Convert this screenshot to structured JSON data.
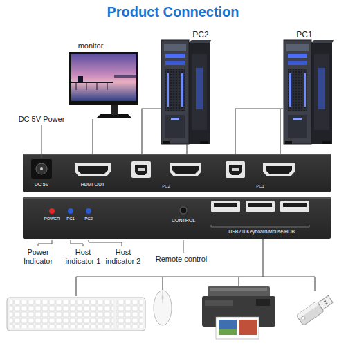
{
  "diagram": {
    "title": "Product Connection",
    "nodes": [
      {
        "text": [
          "monitor"
        ]
      },
      {
        "text": [
          "PC2"
        ]
      },
      {
        "text": [
          "PC1"
        ]
      },
      {
        "text": [
          "DC 5V",
          "HDMI OUT",
          "PC2",
          "PC1"
        ]
      },
      {
        "text": [
          "POWER",
          "PC1",
          "PC2",
          "CONTROL",
          "USB2.0 Keyboard/Mouse/HUB"
        ]
      }
    ],
    "edges": [
      {
        "from": 0,
        "to": 3,
        "arrow": "none"
      },
      {
        "from": 1,
        "to": 3,
        "arrow": "none"
      },
      {
        "from": 2,
        "to": 3,
        "arrow": "none"
      }
    ],
    "labels": [
      "DC 5V Power",
      "Power Indicator",
      "Host indicator 1",
      "Host indicator 2",
      "Remote control"
    ]
  }
}
